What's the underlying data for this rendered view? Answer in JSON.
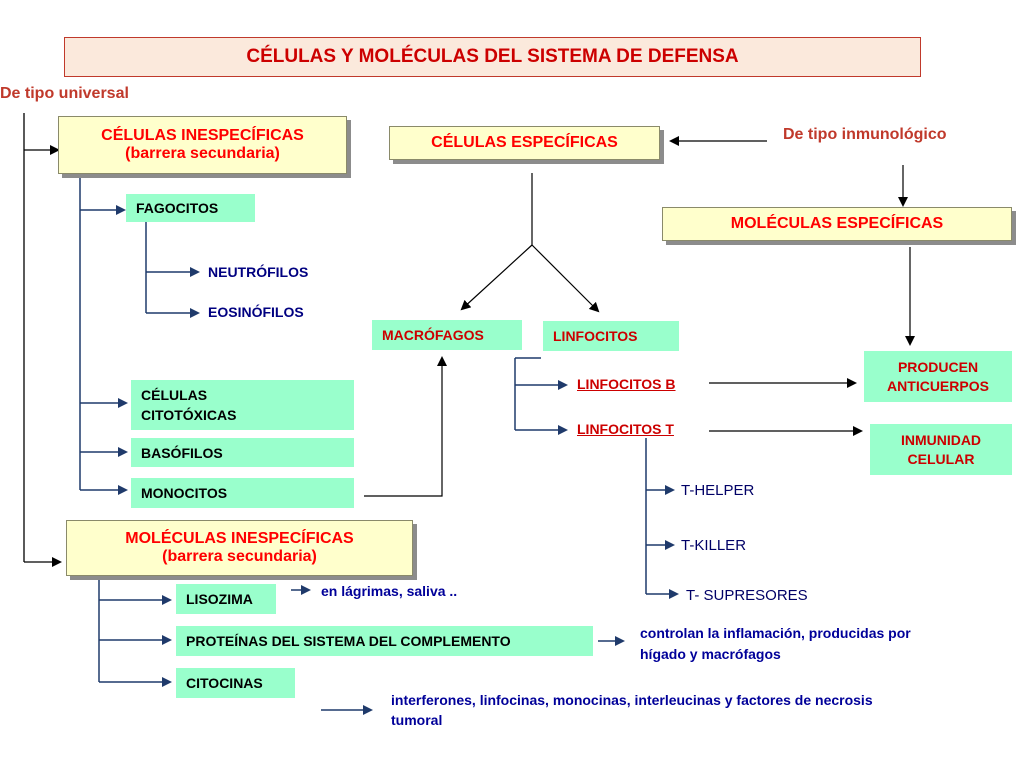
{
  "title": "CÉLULAS Y MOLÉCULAS DEL SISTEMA DE DEFENSA",
  "labels": {
    "universal": "De tipo universal",
    "inmunologico": "De tipo inmunológico"
  },
  "celulas_inespecificas": {
    "line1": "CÉLULAS INESPECÍFICAS",
    "line2": "(barrera secundaria)",
    "fagocitos": "FAGOCITOS",
    "neutrofilos": "NEUTRÓFILOS",
    "eosinofilos": "EOSINÓFILOS",
    "citotoxicas_1": "CÉLULAS",
    "citotoxicas_2": "CITOTÓXICAS",
    "basofilos": "BASÓFILOS",
    "monocitos": "MONOCITOS"
  },
  "moleculas_inespecificas": {
    "line1": "MOLÉCULAS INESPECÍFICAS",
    "line2": "(barrera secundaria)",
    "lisozima": "LISOZIMA",
    "lisozima_note": "en lágrimas, saliva ..",
    "complemento": "PROTEÍNAS DEL SISTEMA DEL COMPLEMENTO",
    "complemento_note_1": "controlan la inflamación, producidas por",
    "complemento_note_2": "hígado y macrófagos",
    "citocinas": "CITOCINAS",
    "citocinas_note_1": "interferones, linfocinas, monocinas, interleucinas y factores de necrosis",
    "citocinas_note_2": "tumoral"
  },
  "celulas_especificas": {
    "label": "CÉLULAS ESPECÍFICAS",
    "macrofagos": "MACRÓFAGOS",
    "linfocitos": "LINFOCITOS",
    "linfocitos_b": "LINFOCITOS B",
    "linfocitos_t": "LINFOCITOS T",
    "t_helper": "T-HELPER",
    "t_killer": "T-KILLER",
    "t_supresores": "T- SUPRESORES"
  },
  "moleculas_especificas": {
    "label": "MOLÉCULAS ESPECÍFICAS",
    "anticuerpos_1": "PRODUCEN",
    "anticuerpos_2": "ANTICUERPOS",
    "inmunidad_1": "INMUNIDAD",
    "inmunidad_2": "CELULAR"
  },
  "colors": {
    "title_red": "#cc0000",
    "yellow_box": "#ffffcc",
    "green_box": "#99ffcc",
    "navy": "#000080",
    "arrow_navy": "#1f3a6b"
  }
}
